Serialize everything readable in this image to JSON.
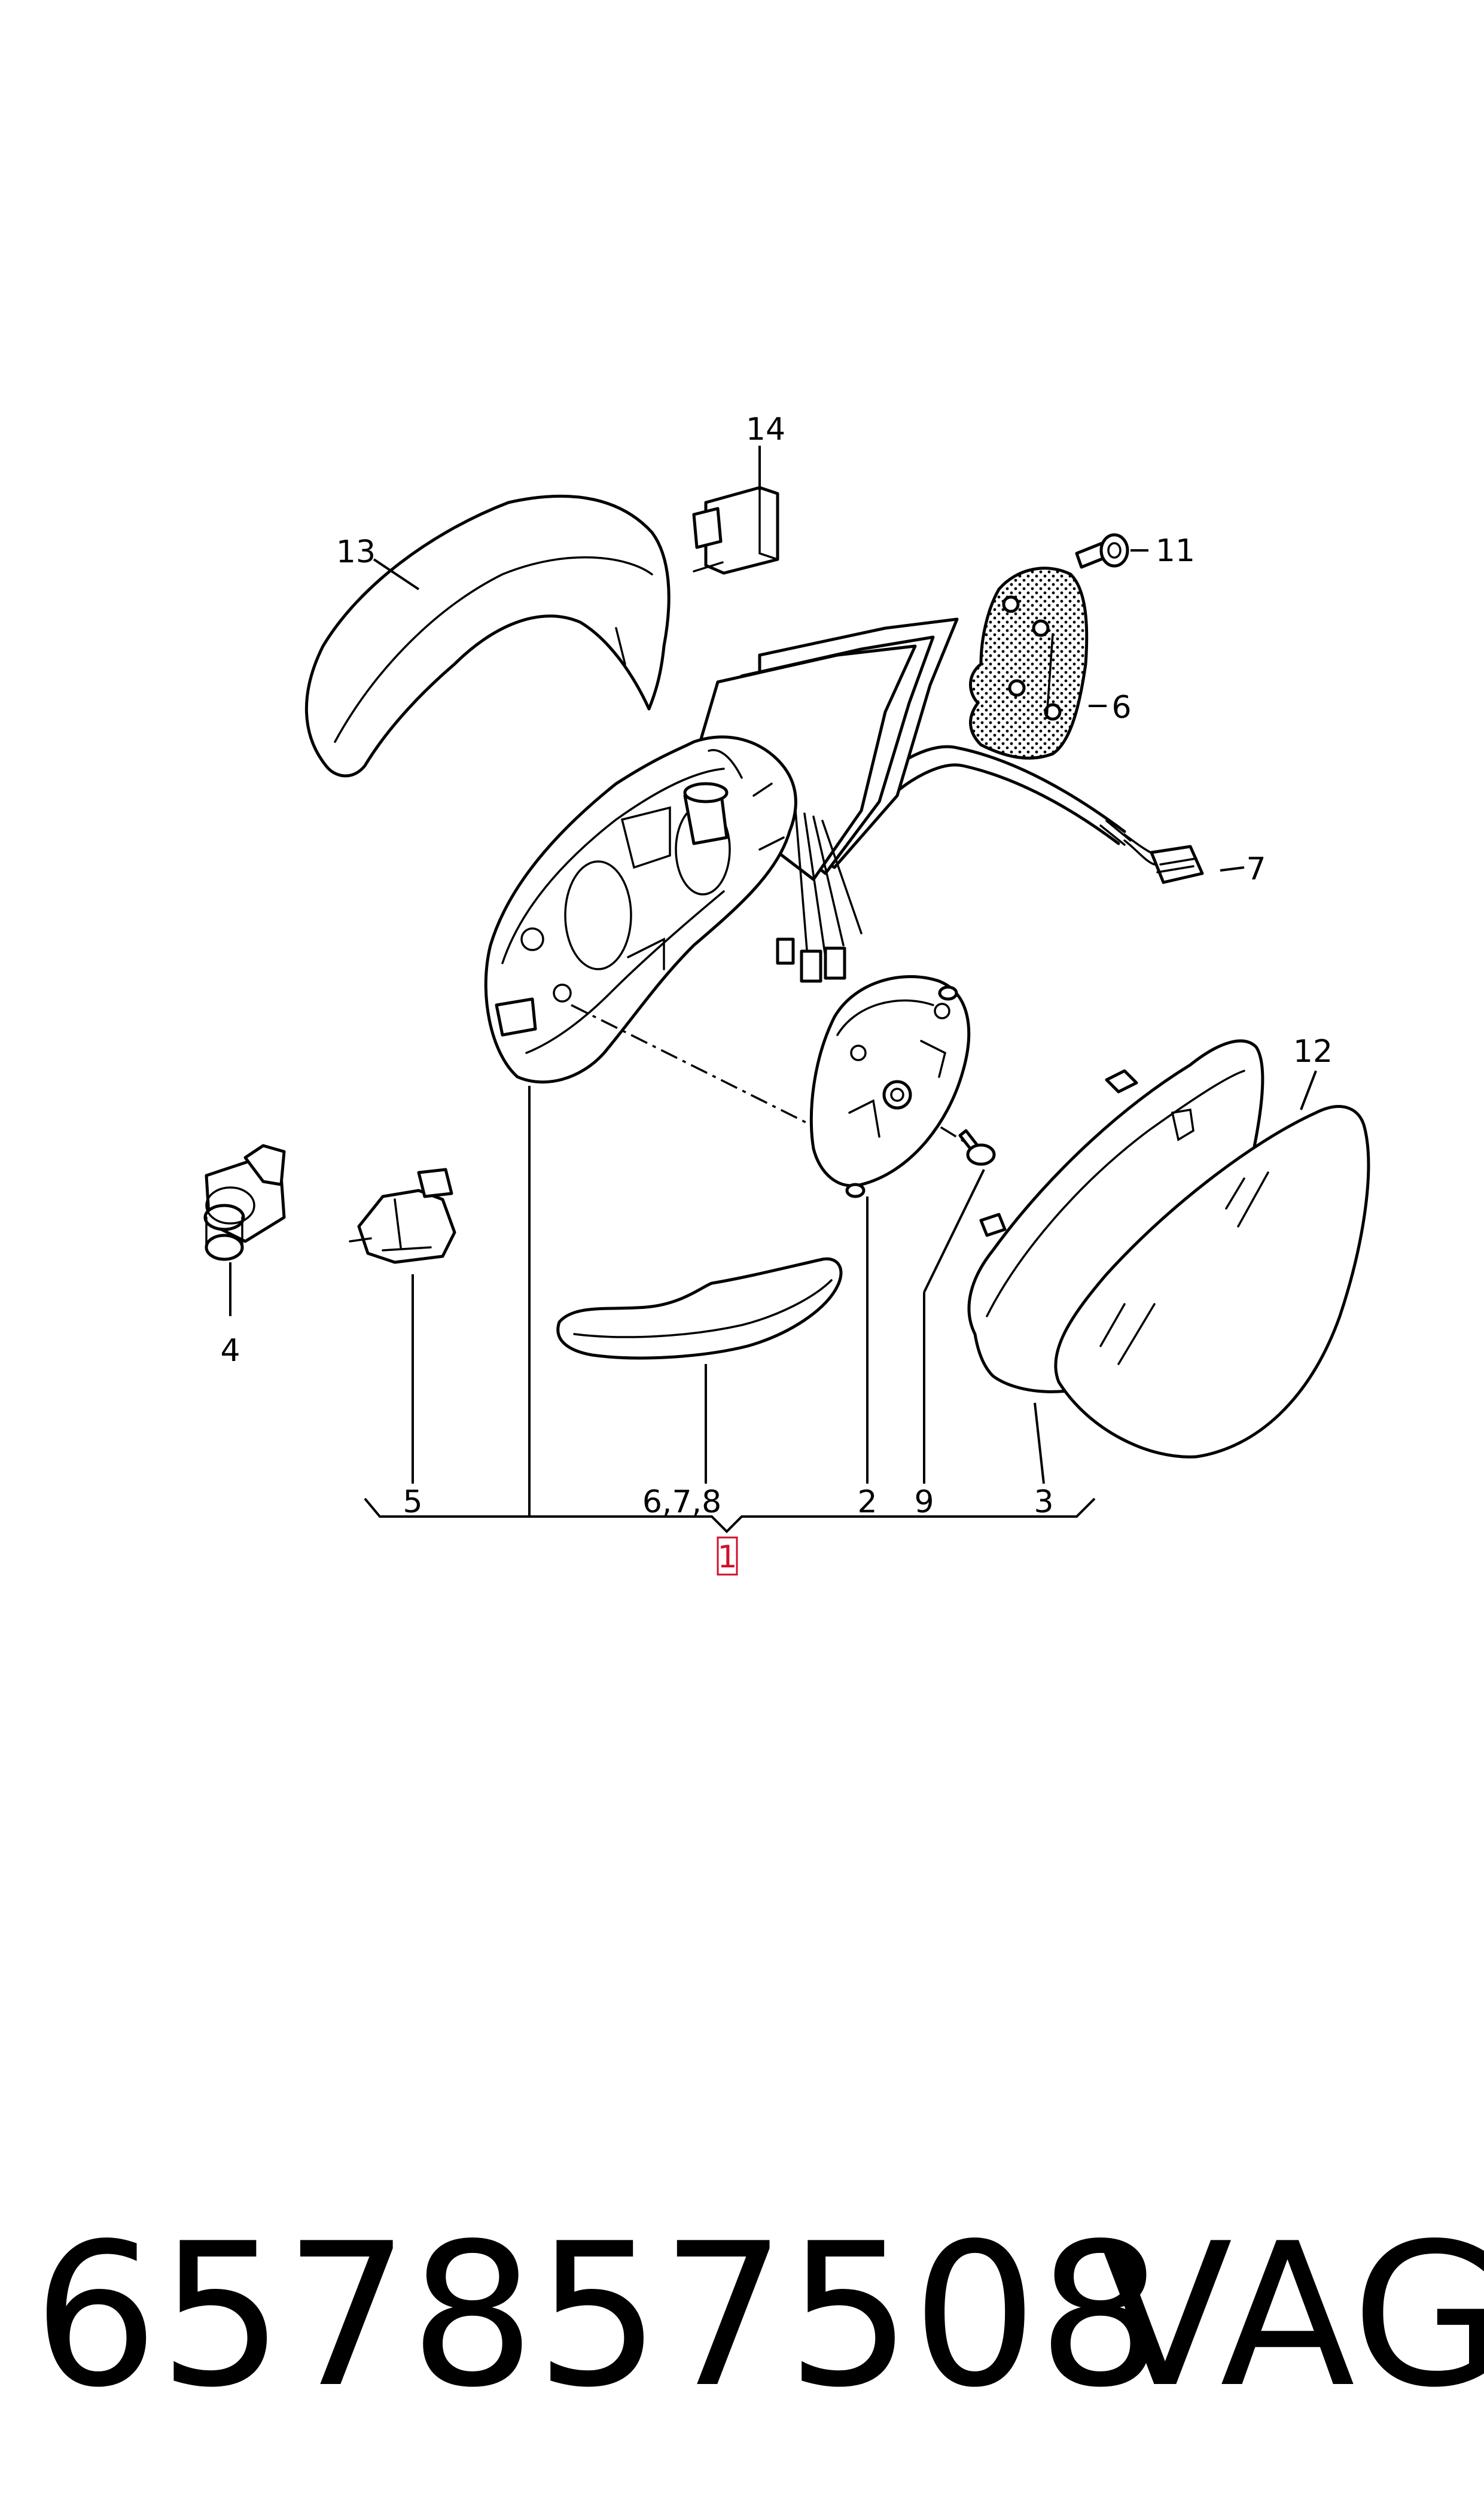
{
  "callouts": {
    "c1": "1",
    "c2": "2",
    "c3": "3",
    "c4": "4",
    "c5": "5",
    "c6": "6",
    "c678": "6,7,8",
    "c7": "7",
    "c9": "9",
    "c11": "11",
    "c12": "12",
    "c13": "13",
    "c14": "14"
  },
  "footer": {
    "part_number": "657857508",
    "brand": "VAG"
  },
  "colors": {
    "line": "#000000",
    "highlight": "#d0102a",
    "background": "#ffffff"
  }
}
